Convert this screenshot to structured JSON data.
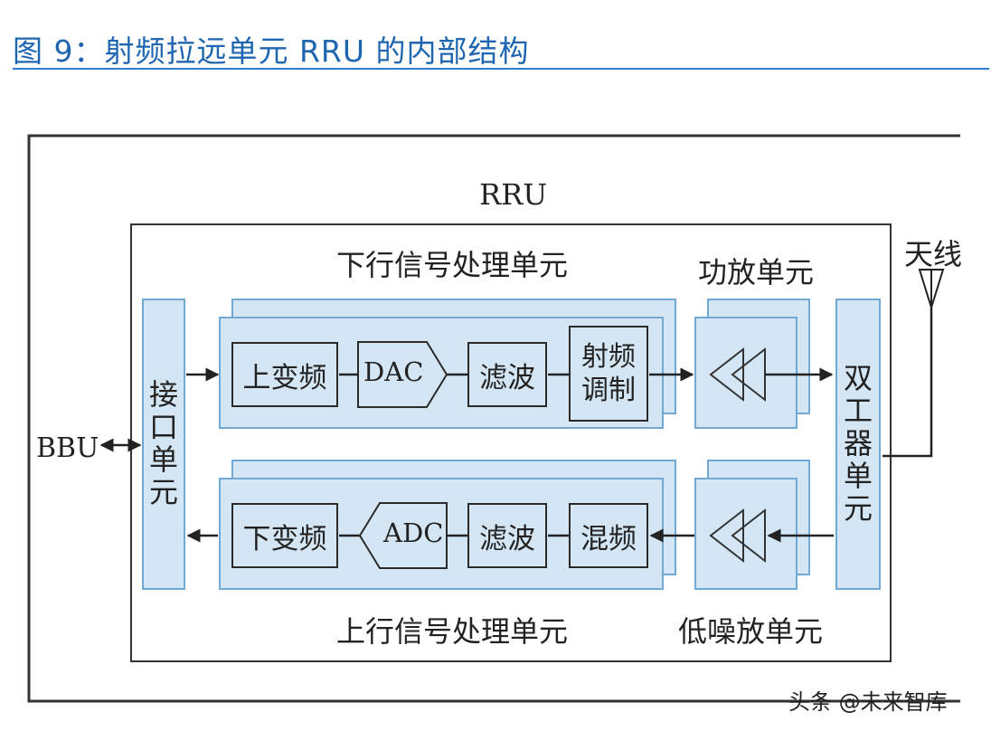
{
  "figure": {
    "title": "图 9：射频拉远单元 RRU 的内部结构"
  },
  "diagram": {
    "rru_label": "RRU",
    "external": {
      "bbu": "BBU",
      "antenna": "天线"
    },
    "interface_unit": [
      "接",
      "口",
      "单",
      "元"
    ],
    "duplexer_unit": [
      "双",
      "工",
      "器",
      "单",
      "元"
    ],
    "downlink": {
      "group_label": "下行信号处理单元",
      "blocks": [
        "上变频",
        "DAC",
        "滤波"
      ],
      "modulation": [
        "射频",
        "调制"
      ]
    },
    "uplink": {
      "group_label": "上行信号处理单元",
      "blocks": [
        "下变频",
        "ADC",
        "滤波",
        "混频"
      ]
    },
    "power_amp": {
      "label": "功放单元"
    },
    "low_noise_amp": {
      "label": "低噪放单元"
    }
  },
  "watermark": "头条 @未来智库",
  "colors": {
    "title": "#1f66b1",
    "block_fill": "#d4e6f3",
    "block_border": "#6fa9d4",
    "line": "#2a2a2a"
  }
}
